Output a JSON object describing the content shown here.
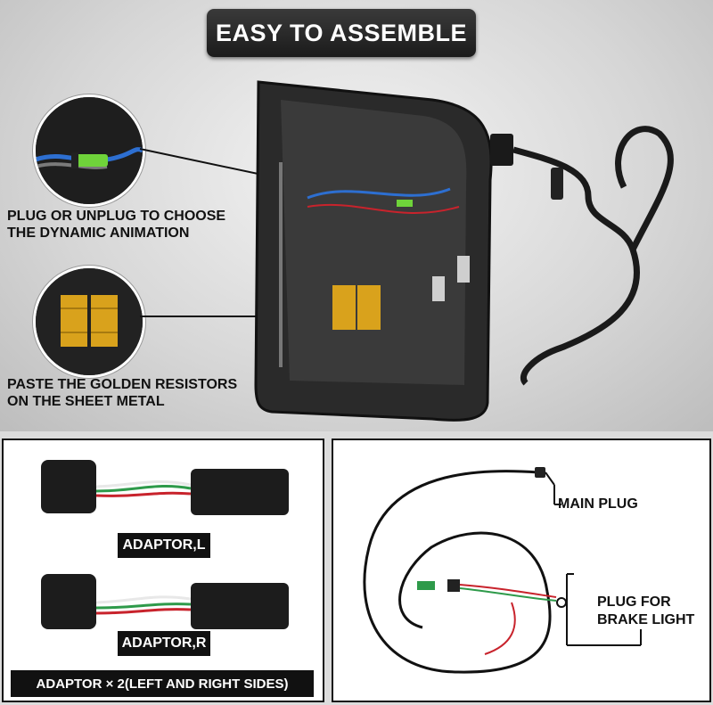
{
  "header": {
    "title": "EASY TO ASSEMBLE"
  },
  "callouts": {
    "plug": {
      "line1": "PLUG OR UNPLUG TO CHOOSE",
      "line2": "THE DYNAMIC ANIMATION"
    },
    "resistor": {
      "line1": "PASTE THE GOLDEN RESISTORS",
      "line2": "ON THE SHEET METAL"
    }
  },
  "adaptors": {
    "left_label": "ADAPTOR,L",
    "right_label": "ADAPTOR,R",
    "footer": "ADAPTOR × 2(LEFT AND RIGHT SIDES)"
  },
  "harness": {
    "main_plug": "MAIN PLUG",
    "brake_line1": "PLUG FOR",
    "brake_line2": "BRAKE LIGHT"
  },
  "colors": {
    "title_bg": "#222222",
    "label_bg": "#111111",
    "resistor_gold": "#d9a21c",
    "wire_green": "#2e9a4a",
    "wire_red": "#c8232c"
  }
}
